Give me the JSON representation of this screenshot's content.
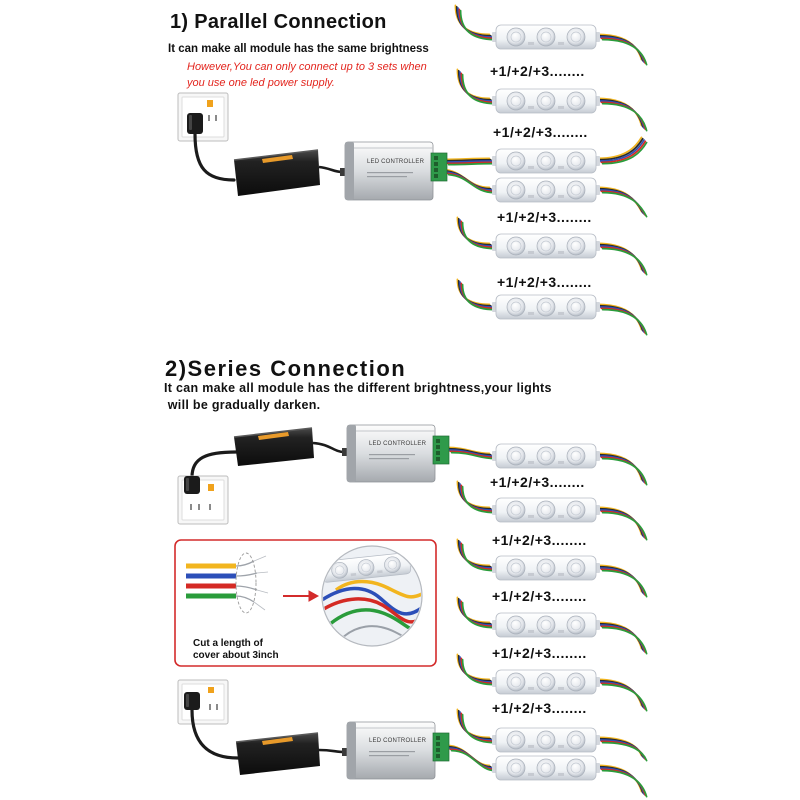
{
  "parallel": {
    "title": "1) Parallel Connection",
    "description": "It can make all module has the same brightness",
    "warning_line1": "However,You can only connect up to 3 sets when",
    "warning_line2": "you use one led power supply.",
    "count_labels": [
      "+1/+2/+3........",
      "+1/+2/+3........",
      "+1/+2/+3........",
      "+1/+2/+3........"
    ]
  },
  "series": {
    "title": "2)Series Connection",
    "description_line1": "It can make all module has the different brightness,your lights",
    "description_line2": " will be gradually darken.",
    "count_labels": [
      "+1/+2/+3........",
      "+1/+2/+3........",
      "+1/+2/+3........",
      "+1/+2/+3........",
      "+1/+2/+3........"
    ],
    "cut_note_line1": "Cut a length of",
    "cut_note_line2": "cover about 3inch"
  },
  "controllers": [
    {
      "label": "LED CONTROLLER"
    },
    {
      "label": "LED CONTROLLER"
    },
    {
      "label": "LED CONTROLLER"
    }
  ],
  "colors": {
    "warning_text": "#e3251e",
    "highlight_frame": "#d32b2b",
    "terminal_block": "#2f9a4a",
    "wires": [
      "#f2b51f",
      "#2b2b2b",
      "#2c4fb8",
      "#d42a24",
      "#2a9c3b"
    ]
  }
}
